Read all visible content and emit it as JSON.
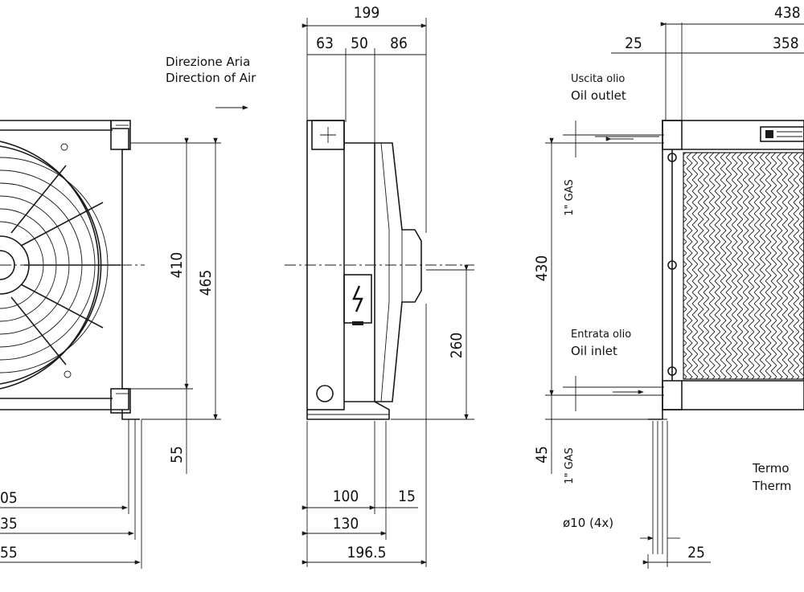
{
  "labels": {
    "air_it": "Direzione Aria",
    "air_en": "Direction of Air",
    "outlet_it": "Uscita olio",
    "outlet_en": "Oil outlet",
    "inlet_it": "Entrata olio",
    "inlet_en": "Oil inlet",
    "gas_top": "1\" GAS",
    "gas_bottom": "1\" GAS",
    "thermo_it": "Termo",
    "thermo_en": "Therm",
    "holes": "ø10 (4x)"
  },
  "dims": {
    "d199": "199",
    "d63": "63",
    "d50": "50",
    "d86": "86",
    "d410": "410",
    "d465": "465",
    "d55": "55",
    "d260": "260",
    "d100": "100",
    "d15": "15",
    "d130": "130",
    "d1965": "196.5",
    "d205": "05",
    "d235": "35",
    "d255": "55",
    "d438": "438",
    "d358": "358",
    "d25a": "25",
    "d430": "430",
    "d45": "45",
    "d25b": "25"
  },
  "colors": {
    "ink": "#1a1a1a",
    "paper": "#ffffff"
  }
}
